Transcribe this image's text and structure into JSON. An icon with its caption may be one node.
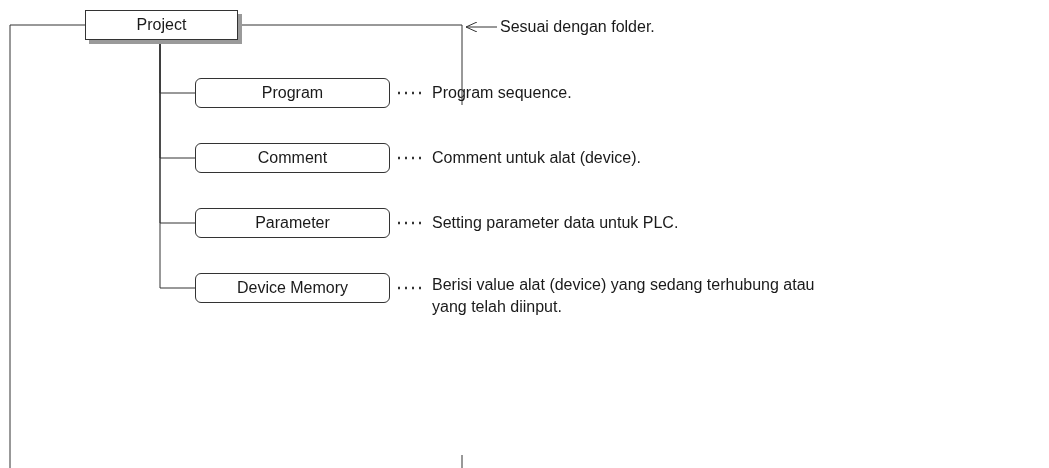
{
  "diagram": {
    "nodes": [
      {
        "text": [
          "Project"
        ]
      },
      {
        "text": [
          "Sesuai dengan folder."
        ]
      },
      {
        "text": [
          "Program"
        ]
      },
      {
        "text": [
          "Program sequence."
        ]
      },
      {
        "text": [
          "Comment"
        ]
      },
      {
        "text": [
          "Comment untuk alat (device)."
        ]
      },
      {
        "text": [
          "Parameter"
        ]
      },
      {
        "text": [
          "Setting parameter data untuk PLC."
        ]
      },
      {
        "text": [
          "Device Memory"
        ]
      },
      {
        "text": [
          "Berisi value alat (device) yang sedang terhubung atau yang telah diinput."
        ]
      }
    ],
    "edges": [
      {
        "from": 0,
        "to": 2,
        "arrow": "none"
      },
      {
        "from": 0,
        "to": 4,
        "arrow": "none"
      },
      {
        "from": 0,
        "to": 6,
        "arrow": "none"
      },
      {
        "from": 0,
        "to": 8,
        "arrow": "none"
      },
      {
        "from": 2,
        "to": 3,
        "arrow": "none",
        "style": "dashed"
      },
      {
        "from": 4,
        "to": 5,
        "arrow": "none",
        "style": "dashed"
      },
      {
        "from": 6,
        "to": 7,
        "arrow": "none",
        "style": "dashed"
      },
      {
        "from": 8,
        "to": 9,
        "arrow": "none",
        "style": "dashed"
      },
      {
        "from": 1,
        "to": null,
        "arrow": "to"
      }
    ]
  }
}
